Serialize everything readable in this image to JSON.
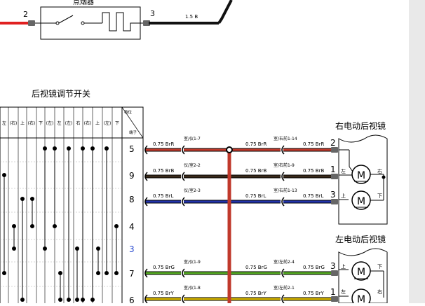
{
  "top": {
    "title_partial": "点烟器",
    "pin_left": "2",
    "pin_right": "3",
    "wire_label": "1.5 B"
  },
  "switch": {
    "title": "后视镜调节开关",
    "col_headers": [
      "左",
      "(右)",
      "上",
      "(右)",
      "下",
      "(左)",
      "左",
      "(左)",
      "右",
      "(右)",
      "上",
      "(左)",
      "下"
    ],
    "corner_top": "档位",
    "corner_bottom": "端子",
    "terminals": [
      "5",
      "9",
      "8",
      "4",
      "3",
      "7",
      "6"
    ]
  },
  "wires": [
    {
      "term": "5",
      "left": "0.75 BrR",
      "conn": "室/仪1-7",
      "mid": "0.75 BrR",
      "right_conn": "室/右前1-14",
      "right_label": "0.75 BrR",
      "mirror_pin": "2",
      "color": "#c0392b"
    },
    {
      "term": "9",
      "left": "0.75 BrB",
      "conn": "仪/室2-2",
      "mid": "0.75 BrB",
      "right_conn": "室/右前1-9",
      "right_label": "0.75 BrB",
      "mirror_pin": "1",
      "color": "#3a2a1a"
    },
    {
      "term": "8",
      "left": "0.75 BrL",
      "conn": "仪/室2-3",
      "mid": "0.75 BrL",
      "right_conn": "室/右前1-13",
      "right_label": "0.75 BrL",
      "mirror_pin": "3",
      "color": "#2233aa"
    },
    {
      "term": "7",
      "left": "0.75 BrG",
      "conn": "室/仪1-9",
      "mid": "0.75 BrG",
      "right_conn": "室/左前2-4",
      "right_label": "0.75 BrG",
      "mirror_pin": "3",
      "color": "#55aa22"
    },
    {
      "term": "6",
      "left": "0.75 BrY",
      "conn": "室/仪1-8",
      "mid": "0.75 BrY",
      "right_conn": "室/左前2-1",
      "right_label": "0.75 BrY",
      "mirror_pin": "1",
      "color": "#d4b400"
    }
  ],
  "right_mirror": {
    "title": "右电动后视镜",
    "motor1_left": "左",
    "motor1_right": "右",
    "motor2_left": "上",
    "motor2_right": "下",
    "motor_label": "M"
  },
  "left_mirror": {
    "title": "左电动后视镜",
    "motor1_left": "上",
    "motor1_right": "下",
    "motor2_left": "左",
    "motor2_right": "右",
    "motor_label": "M"
  }
}
